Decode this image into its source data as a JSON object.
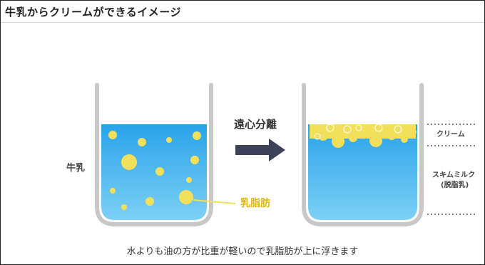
{
  "header": {
    "title": "牛乳からクリームができるイメージ"
  },
  "diagram": {
    "left_beaker_label": "牛乳",
    "process_label": "遠心分離",
    "fat_label": "乳脂肪",
    "cream_label": "クリーム",
    "skim_label_line1": "スキムミルク",
    "skim_label_line2": "(脱脂乳)",
    "caption": "水よりも油の方が比重が軽いので乳脂肪が上に浮きます"
  },
  "colors": {
    "beaker_outline": "#c8c8c8",
    "water_top": "#29a3ea",
    "water_bottom": "#7dd0f5",
    "fat_globule": "#f3e05a",
    "arrow": "#3c4257",
    "fat_label_text": "#e0b800"
  }
}
